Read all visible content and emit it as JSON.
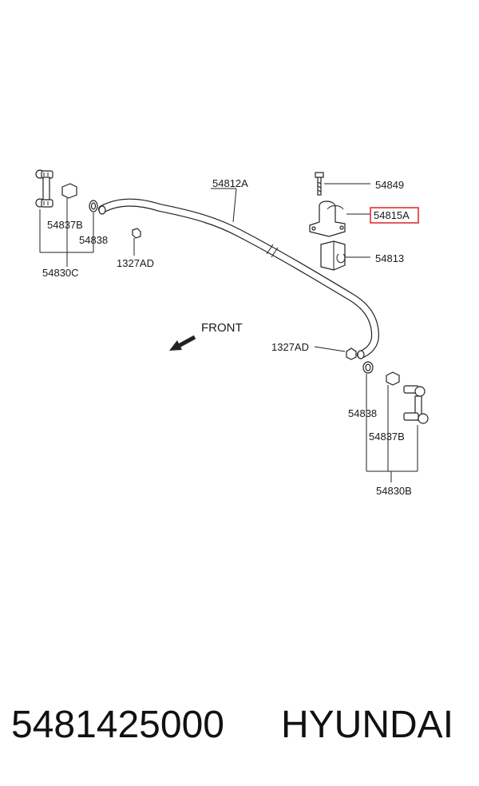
{
  "diagram": {
    "labels": {
      "bar": "54812A",
      "bolt": "54849",
      "bracket": "54815A",
      "bushing": "54813",
      "nut_left": "1327AD",
      "nut_right": "1327AD",
      "link_left": "54830C",
      "link_right": "54830B",
      "bushing_left": "54837B",
      "bushing_right": "54837B",
      "ring_left": "54838",
      "ring_right": "54838"
    },
    "front_label": "FRONT",
    "highlight_color": "#e03030"
  },
  "footer": {
    "part_number": "5481425000",
    "brand": "HYUNDAI"
  }
}
